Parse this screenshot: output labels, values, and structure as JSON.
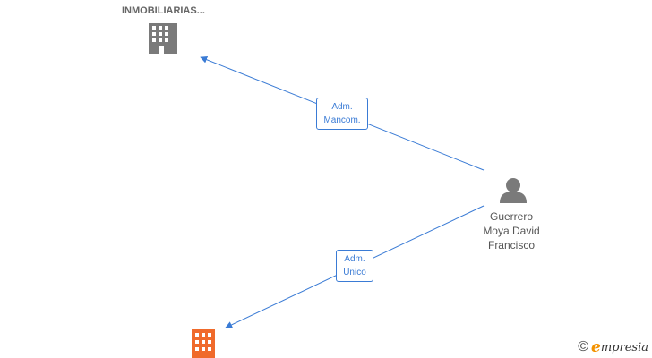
{
  "nodes": {
    "company_top": {
      "label": "INMOBILIARIAS...",
      "icon": "building-icon",
      "color": "#7a7a7a"
    },
    "person": {
      "lines": [
        "Guerrero",
        "Moya David",
        "Francisco"
      ],
      "icon": "person-icon",
      "color": "#7a7a7a"
    },
    "company_bottom": {
      "icon": "building-icon",
      "color": "#f06a2b"
    }
  },
  "edges": [
    {
      "from": "person",
      "to": "company_top",
      "label": [
        "Adm.",
        "Mancom."
      ],
      "color": "#3a7bd5"
    },
    {
      "from": "person",
      "to": "company_bottom",
      "label": [
        "Adm.",
        "Unico"
      ],
      "color": "#3a7bd5"
    }
  ],
  "brand": {
    "copyright": "©",
    "name_initial": "e",
    "name_rest": "mpresia",
    "accent": "#f39200"
  }
}
